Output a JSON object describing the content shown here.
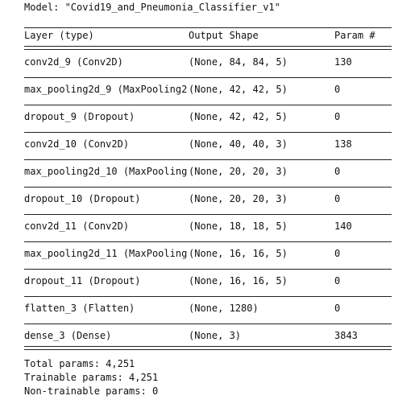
{
  "model_title": "Model: \"Covid19_and_Pneumonia_Classifier_v1\"",
  "headers": {
    "layer": "Layer (type)",
    "shape": "Output Shape",
    "param": "Param #"
  },
  "rows": [
    {
      "layer": "conv2d_9 (Conv2D)",
      "shape": "(None, 84, 84, 5)",
      "param": "130"
    },
    {
      "layer": "max_pooling2d_9 (MaxPooling2",
      "shape": "(None, 42, 42, 5)",
      "param": "0"
    },
    {
      "layer": "dropout_9 (Dropout)",
      "shape": "(None, 42, 42, 5)",
      "param": "0"
    },
    {
      "layer": "conv2d_10 (Conv2D)",
      "shape": "(None, 40, 40, 3)",
      "param": "138"
    },
    {
      "layer": "max_pooling2d_10 (MaxPooling",
      "shape": "(None, 20, 20, 3)",
      "param": "0"
    },
    {
      "layer": "dropout_10 (Dropout)",
      "shape": "(None, 20, 20, 3)",
      "param": "0"
    },
    {
      "layer": "conv2d_11 (Conv2D)",
      "shape": "(None, 18, 18, 5)",
      "param": "140"
    },
    {
      "layer": "max_pooling2d_11 (MaxPooling",
      "shape": "(None, 16, 16, 5)",
      "param": "0"
    },
    {
      "layer": "dropout_11 (Dropout)",
      "shape": "(None, 16, 16, 5)",
      "param": "0"
    },
    {
      "layer": "flatten_3 (Flatten)",
      "shape": "(None, 1280)",
      "param": "0"
    },
    {
      "layer": "dense_3 (Dense)",
      "shape": "(None, 3)",
      "param": "3843"
    }
  ],
  "summary": {
    "total": "Total params: 4,251",
    "trainable": "Trainable params: 4,251",
    "non_trainable": "Non-trainable params: 0"
  }
}
